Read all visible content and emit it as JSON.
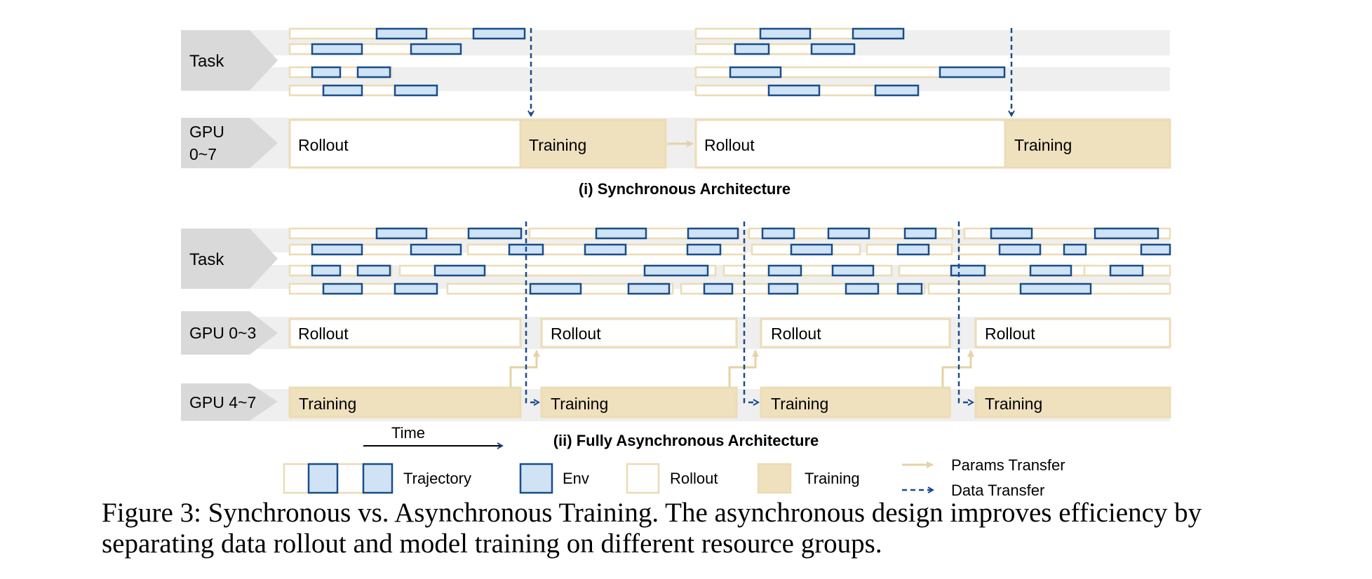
{
  "colors": {
    "task_band": "#efefef",
    "label_tag": "#d9d9d9",
    "rollout_border": "#ecdcb4",
    "training_fill": "#efe0be",
    "env_fill": "#cfe3f5",
    "env_border": "#184d8c",
    "data_arrow": "#1b4a8a",
    "params_arrow": "#e6d3a6"
  },
  "sync": {
    "task_label": "Task",
    "gpu_label_line1": "GPU",
    "gpu_label_line2": "0~7",
    "rollout_label": "Rollout",
    "training_label": "Training",
    "title": "(i) Synchronous Architecture"
  },
  "async": {
    "task_label": "Task",
    "gpu_rollout_label": "GPU 0~3",
    "gpu_training_label": "GPU 4~7",
    "rollout_label": "Rollout",
    "training_label": "Training",
    "title": "(ii) Fully Asynchronous Architecture",
    "time_label": "Time"
  },
  "legend": {
    "trajectory": "Trajectory",
    "env": "Env",
    "rollout": "Rollout",
    "training": "Training",
    "params_transfer": "Params Transfer",
    "data_transfer": "Data Transfer"
  },
  "caption": "Figure 3: Synchronous vs. Asynchronous Training. The asynchronous design improves efficiency by separating data rollout and model training on different resource groups."
}
